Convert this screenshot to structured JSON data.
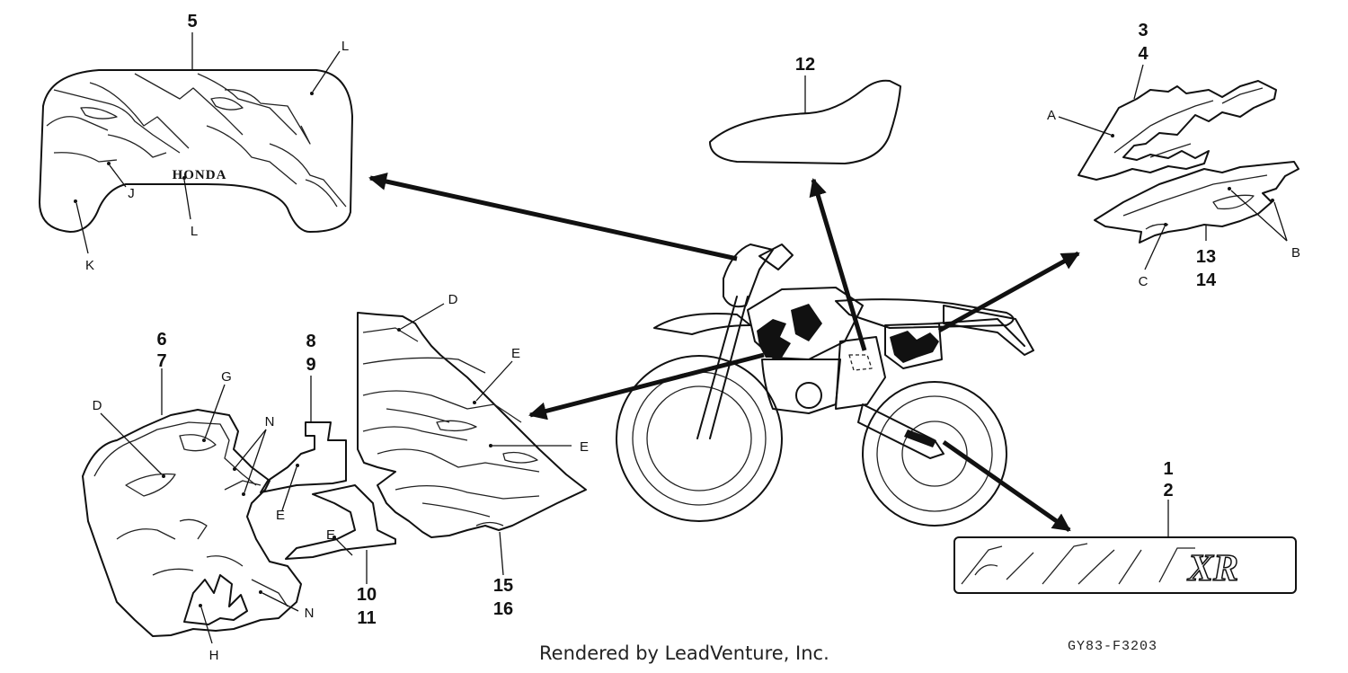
{
  "callouts": {
    "c5": "5",
    "c12": "12",
    "c3": "3",
    "c4": "4",
    "c13": "13",
    "c14": "14",
    "c6": "6",
    "c7": "7",
    "c8": "8",
    "c9": "9",
    "c10": "10",
    "c11": "11",
    "c15": "15",
    "c16": "16",
    "c1": "1",
    "c2": "2"
  },
  "letters": {
    "L": "L",
    "J": "J",
    "K": "K",
    "A": "A",
    "B": "B",
    "C": "C",
    "D": "D",
    "E": "E",
    "G": "G",
    "N": "N",
    "H": "H"
  },
  "decal_text": {
    "honda": "HONDA",
    "model": "XR"
  },
  "footer": {
    "rendered_by": "Rendered by LeadVenture, Inc.",
    "diagram_code": "GY83-F3203"
  }
}
